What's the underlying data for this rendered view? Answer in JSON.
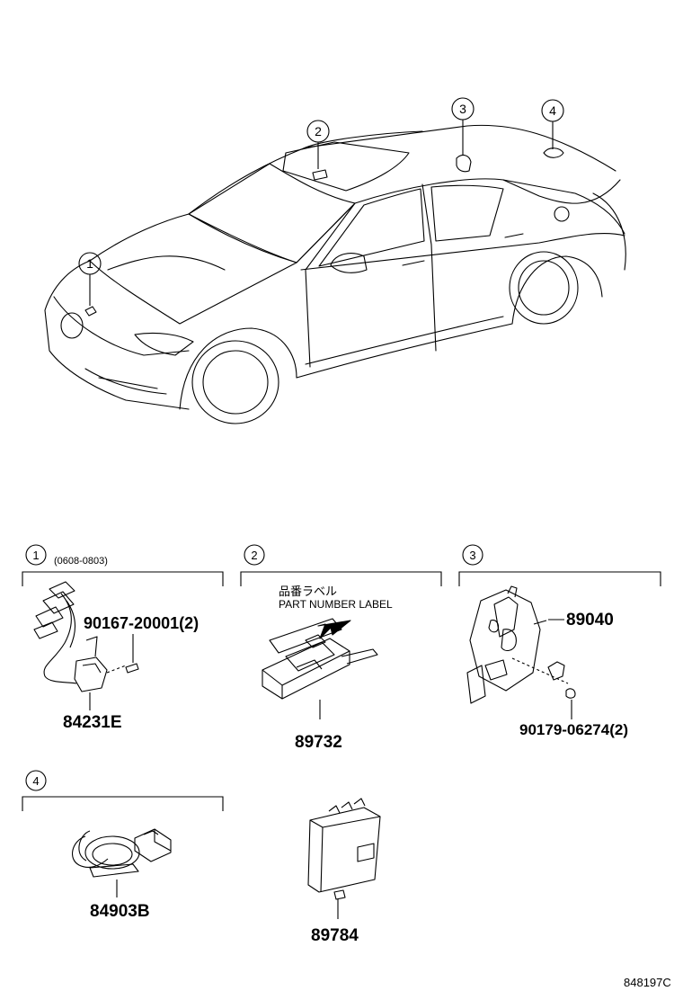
{
  "diagram": {
    "overview_callouts": [
      "1",
      "2",
      "3",
      "4"
    ],
    "sections": [
      {
        "index": "1",
        "note": "(0608-0803)",
        "parts": [
          {
            "part_no": "90167-20001(2)"
          },
          {
            "part_no": "84231E"
          }
        ]
      },
      {
        "index": "2",
        "label_jp": "品番ラベル",
        "label_en": "PART NUMBER LABEL",
        "parts": [
          {
            "part_no": "89732"
          }
        ]
      },
      {
        "index": "3",
        "parts": [
          {
            "part_no": "89040"
          },
          {
            "part_no": "90179-06274(2)"
          }
        ]
      },
      {
        "index": "4",
        "parts": [
          {
            "part_no": "84903B"
          }
        ]
      }
    ],
    "extra_part": {
      "part_no": "89784"
    },
    "drawing_id": "848197C"
  }
}
